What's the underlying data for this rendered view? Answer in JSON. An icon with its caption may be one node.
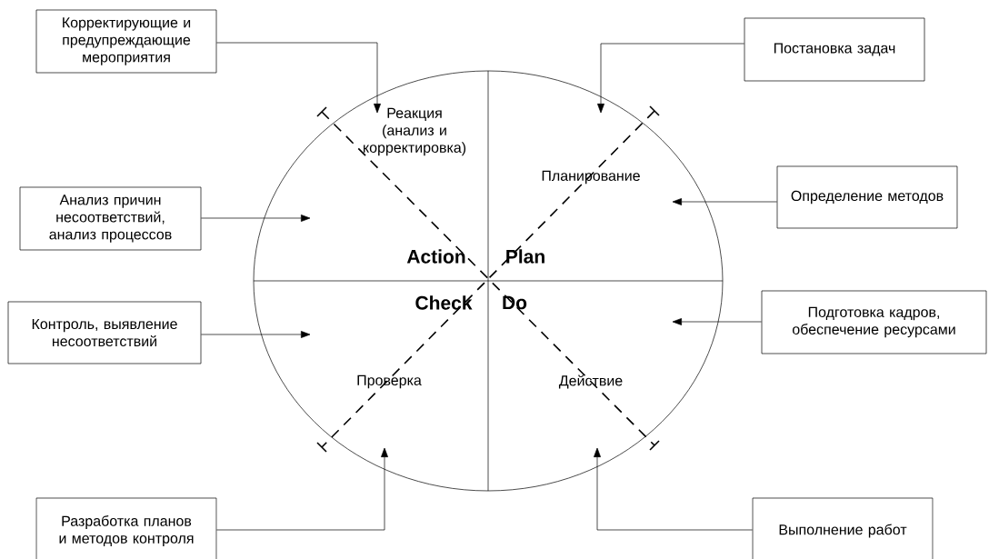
{
  "diagram": {
    "nodes": [
      {
        "text": [
          "Реакция (анализ и корректировка)",
          "Планирование",
          "Action",
          "Plan",
          "Check",
          "Do",
          "Проверка",
          "Действие"
        ]
      },
      {
        "text": [
          "Корректирующие и предупреждающие мероприятия"
        ]
      },
      {
        "text": [
          "Постановка задач"
        ]
      },
      {
        "text": [
          "Анализ причин несоответствий, анализ процессов"
        ]
      },
      {
        "text": [
          "Определение методов"
        ]
      },
      {
        "text": [
          "Контроль, выявление несоответствий"
        ]
      },
      {
        "text": [
          "Подготовка кадров, обеспечение ресурсами"
        ]
      },
      {
        "text": [
          "Разработка планов и методов контроля"
        ]
      },
      {
        "text": [
          "Выполнение работ"
        ]
      }
    ],
    "edges": [
      {
        "from": 1,
        "to": 0,
        "arrow": "to"
      },
      {
        "from": 2,
        "to": 0,
        "arrow": "to"
      },
      {
        "from": 3,
        "to": 0,
        "arrow": "to"
      },
      {
        "from": 4,
        "to": 0,
        "arrow": "to"
      },
      {
        "from": 5,
        "to": 0,
        "arrow": "to"
      },
      {
        "from": 6,
        "to": 0,
        "arrow": "to"
      },
      {
        "from": 7,
        "to": 0,
        "arrow": "to"
      },
      {
        "from": 8,
        "to": 0,
        "arrow": "to"
      }
    ]
  }
}
